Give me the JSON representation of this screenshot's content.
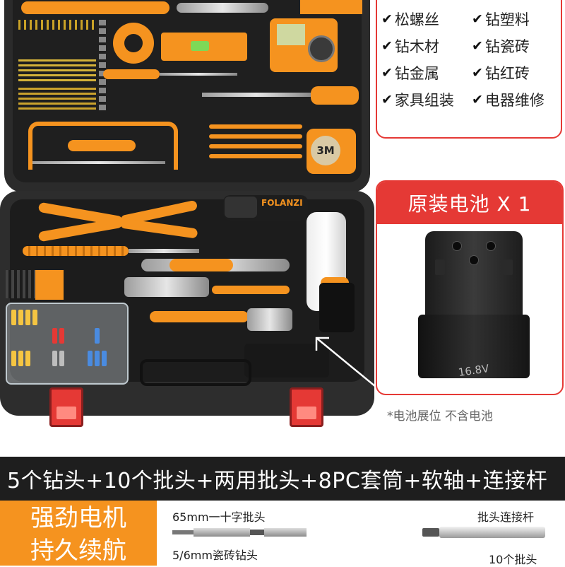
{
  "features": [
    "松螺丝",
    "钻塑料",
    "钻木材",
    "钻瓷砖",
    "钻金属",
    "钻红砖",
    "家具组装",
    "电器维修"
  ],
  "battery": {
    "title": "原装电池 X 1",
    "voltage": "16.8V"
  },
  "tape_measure_label": "3M",
  "drill_brand": "FOLANZI",
  "note": "*电池展位 不含电池",
  "banner": "5个钻头+10个批头+两用批头+8PC套筒+软轴+连接杆",
  "motor_box": [
    "强劲电机",
    "持久续航"
  ],
  "accessories": {
    "left_top": "65mm一十字批头",
    "left_bottom": "5/6mm瓷砖钻头",
    "right_top": "批头连接杆",
    "right_bottom": "10个批头"
  },
  "colors": {
    "accent_orange": "#f5931f",
    "accent_red": "#e53935",
    "case_dark": "#2b2b2b"
  }
}
